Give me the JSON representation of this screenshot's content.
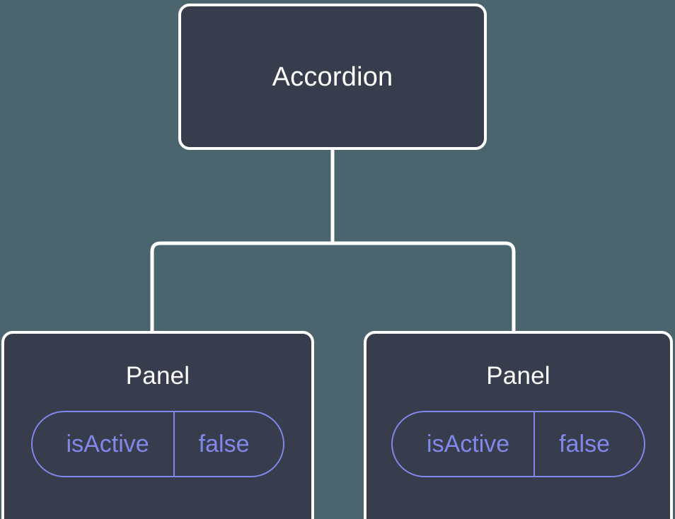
{
  "diagram": {
    "type": "component-tree",
    "background_color": "#4b656e",
    "node_fill_color": "#373d4c",
    "node_border_color": "#ffffff",
    "edge_color": "#ffffff",
    "prop_accent_color": "#8287ec",
    "title_color": "#ffffff",
    "root": {
      "label": "Accordion"
    },
    "children": [
      {
        "label": "Panel",
        "props": [
          {
            "key": "isActive",
            "value": "false"
          }
        ]
      },
      {
        "label": "Panel",
        "props": [
          {
            "key": "isActive",
            "value": "false"
          }
        ]
      }
    ]
  }
}
